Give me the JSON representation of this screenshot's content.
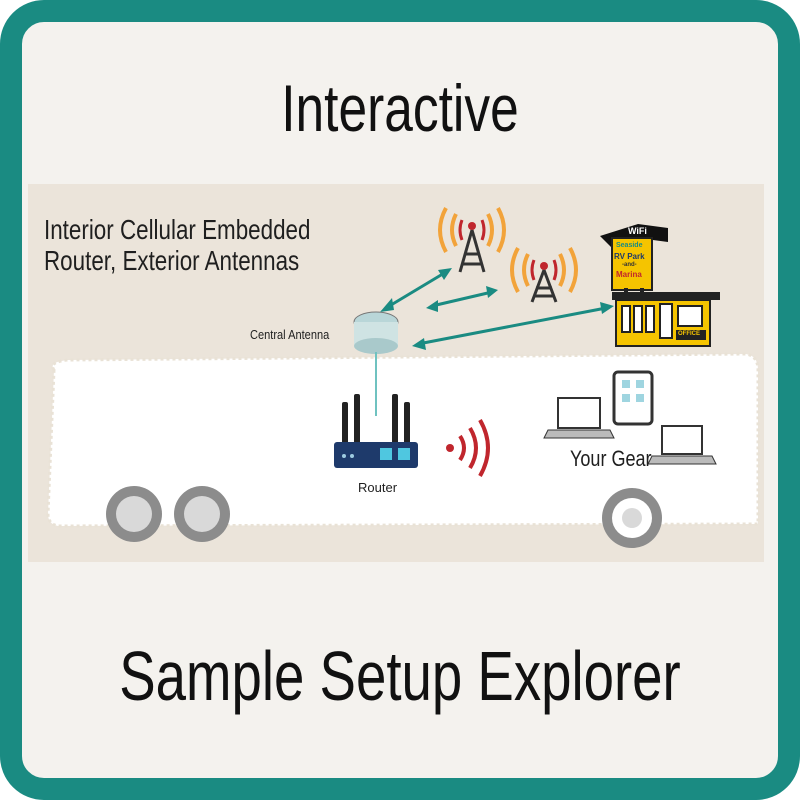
{
  "card": {
    "title_top": "Interactive",
    "title_bottom": "Sample Setup Explorer"
  },
  "diagram": {
    "title_line1": "Interior Cellular Embedded",
    "title_line2": "Router, Exterior Antennas",
    "central_antenna_label": "Central Antenna",
    "router_label": "Router",
    "gear_label": "Your Gear",
    "sign": {
      "wifi": "WiFi",
      "line1": "Seaside",
      "line2": "RV Park",
      "line3": "-and-",
      "line4": "Marina",
      "office": "OFFICE"
    }
  },
  "colors": {
    "border": "#1a8b82",
    "background": "#f4f2ee",
    "arrow": "#1a8b82",
    "router": "#1e3a6b",
    "signal_red": "#c0262d",
    "tower_wave_orange": "#f2a33a"
  },
  "icons": [
    "cell-tower-icon",
    "central-antenna-icon",
    "router-icon",
    "wifi-signal-icon",
    "laptop-icon",
    "tablet-icon",
    "office-building-icon",
    "wheel-icon"
  ]
}
